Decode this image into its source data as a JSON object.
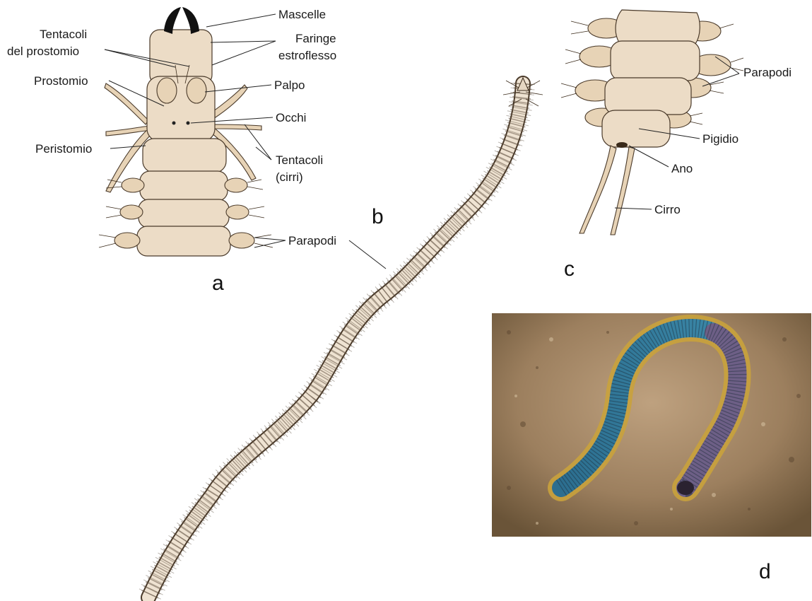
{
  "panels": {
    "a": "a",
    "b": "b",
    "c": "c",
    "d": "d"
  },
  "labels_a": {
    "mascelle": "Mascelle",
    "tentacoli_prostomio_1": "Tentacoli",
    "tentacoli_prostomio_2": "del prostomio",
    "faringe_1": "Faringe",
    "faringe_2": "estroflesso",
    "prostomio": "Prostomio",
    "palpo": "Palpo",
    "occhi": "Occhi",
    "peristomio": "Peristomio",
    "tentacoli_cirri_1": "Tentacoli",
    "tentacoli_cirri_2": "(cirri)",
    "parapodi": "Parapodi"
  },
  "labels_c": {
    "parapodi": "Parapodi",
    "pigidio": "Pigidio",
    "ano": "Ano",
    "cirro": "Cirro"
  },
  "colors": {
    "body": "#ecdcc6",
    "outline": "#4a3a2a",
    "photo_sand": "#a88a68",
    "worm_blue": "#2f6f8e",
    "worm_purple": "#6d5f86",
    "worm_gold": "#c9a23c"
  }
}
